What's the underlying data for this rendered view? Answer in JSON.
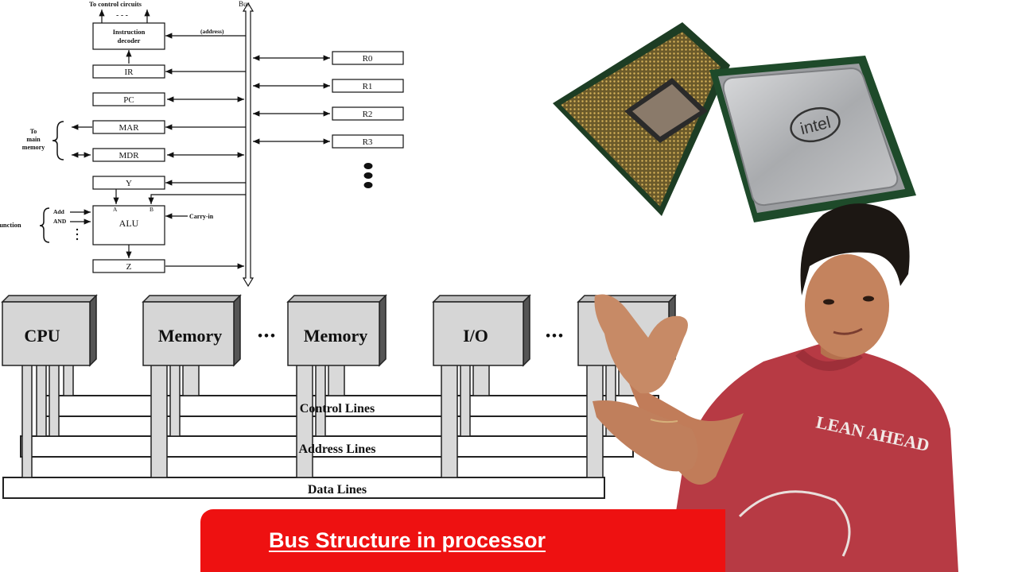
{
  "processor_diagram": {
    "bus_label": "Bus",
    "control_label": "To control circuits",
    "control_dashes": "- - -",
    "decoder_lines": [
      "Instruction",
      "decoder"
    ],
    "address_label": "(address)",
    "registers": [
      "IR",
      "PC",
      "MAR",
      "MDR",
      "Y",
      "Z"
    ],
    "alu_label": "ALU",
    "alu_input_a": "A",
    "alu_input_b": "B",
    "carry_label": "Carry-in",
    "function_label": "Function",
    "function_ops": [
      "Add",
      "AND"
    ],
    "memory_note": [
      "To",
      "main",
      "memory"
    ],
    "general_registers": [
      "R0",
      "R1",
      "R2",
      "R3"
    ]
  },
  "system_bus": {
    "modules": [
      "CPU",
      "Memory",
      "Memory",
      "I/O",
      ""
    ],
    "ellipsis": "•••",
    "lines": [
      "Control Lines",
      "Address Lines",
      "Data Lines"
    ]
  },
  "photo": {
    "chip_logo": "intel",
    "shirt_text": "LEAN AHEAD"
  },
  "title": "Bus Structure in processor"
}
